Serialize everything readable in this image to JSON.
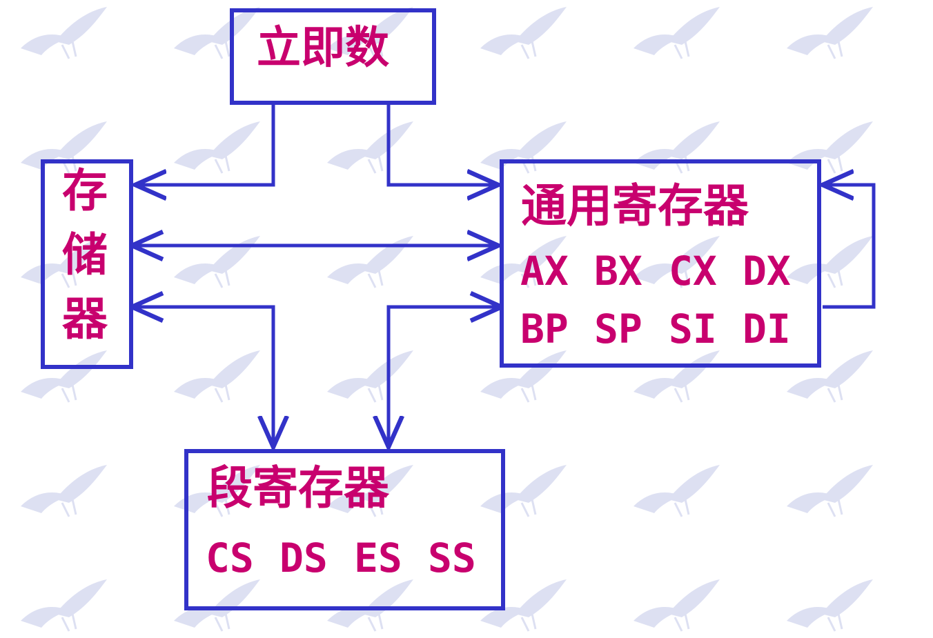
{
  "colors": {
    "box_border": "#3232c8",
    "text": "#c8006e",
    "arrow": "#3232c8",
    "watermark": "#dde0f2"
  },
  "immediate": {
    "label": "立即数"
  },
  "memory": {
    "chars": [
      "存",
      "储",
      "器"
    ]
  },
  "general_registers": {
    "title": "通用寄存器",
    "row1": [
      "AX",
      "BX",
      "CX",
      "DX"
    ],
    "row2": [
      "BP",
      "SP",
      "SI",
      "DI"
    ]
  },
  "segment_registers": {
    "title": "段寄存器",
    "row1": [
      "CS",
      "DS",
      "ES",
      "SS"
    ]
  }
}
